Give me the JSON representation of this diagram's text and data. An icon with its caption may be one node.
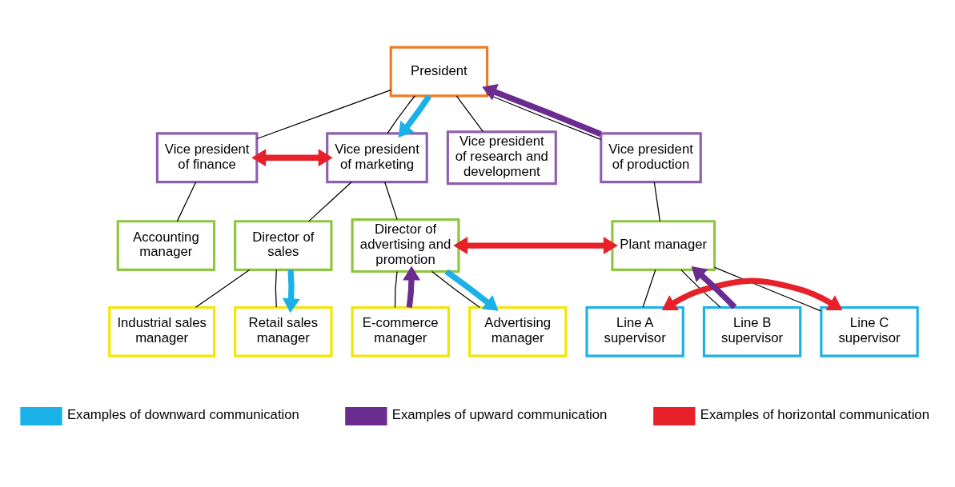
{
  "diagram": {
    "nodes": [
      {
        "text": [
          "President"
        ]
      },
      {
        "text": [
          "Vice president of finance"
        ]
      },
      {
        "text": [
          "Vice president of marketing"
        ]
      },
      {
        "text": [
          "Vice president of research and development"
        ]
      },
      {
        "text": [
          "Vice president of production"
        ]
      },
      {
        "text": [
          "Accounting manager"
        ]
      },
      {
        "text": [
          "Director of sales"
        ]
      },
      {
        "text": [
          "Director of advertising and promotion"
        ]
      },
      {
        "text": [
          "Plant manager"
        ]
      },
      {
        "text": [
          "Industrial sales manager"
        ]
      },
      {
        "text": [
          "Retail sales manager"
        ]
      },
      {
        "text": [
          "E-commerce manager"
        ]
      },
      {
        "text": [
          "Advertising manager"
        ]
      },
      {
        "text": [
          "Line A supervisor"
        ]
      },
      {
        "text": [
          "Line B supervisor"
        ]
      },
      {
        "text": [
          "Line C supervisor"
        ]
      }
    ],
    "edges": [
      {
        "from": 0,
        "to": 1,
        "arrow": "none"
      },
      {
        "from": 0,
        "to": 2,
        "arrow": "none"
      },
      {
        "from": 0,
        "to": 3,
        "arrow": "none"
      },
      {
        "from": 0,
        "to": 4,
        "arrow": "none"
      },
      {
        "from": 1,
        "to": 5,
        "arrow": "none"
      },
      {
        "from": 2,
        "to": 6,
        "arrow": "none"
      },
      {
        "from": 2,
        "to": 7,
        "arrow": "none"
      },
      {
        "from": 4,
        "to": 8,
        "arrow": "none"
      },
      {
        "from": 6,
        "to": 9,
        "arrow": "none"
      },
      {
        "from": 6,
        "to": 10,
        "arrow": "none"
      },
      {
        "from": 7,
        "to": 11,
        "arrow": "none"
      },
      {
        "from": 7,
        "to": 12,
        "arrow": "none"
      },
      {
        "from": 8,
        "to": 13,
        "arrow": "none"
      },
      {
        "from": 8,
        "to": 14,
        "arrow": "none"
      },
      {
        "from": 8,
        "to": 15,
        "arrow": "none"
      },
      {
        "from": 0,
        "to": 2,
        "arrow": "to",
        "style": "thick",
        "color": "#1ab0e8"
      },
      {
        "from": 6,
        "to": 10,
        "arrow": "to",
        "style": "thick",
        "color": "#1ab0e8"
      },
      {
        "from": 7,
        "to": 12,
        "arrow": "to",
        "style": "thick",
        "color": "#1ab0e8"
      },
      {
        "from": 4,
        "to": 0,
        "arrow": "to",
        "style": "thick",
        "color": "#6a2c8f"
      },
      {
        "from": 11,
        "to": 7,
        "arrow": "to",
        "style": "thick",
        "color": "#6a2c8f"
      },
      {
        "from": 14,
        "to": 8,
        "arrow": "to",
        "style": "thick",
        "color": "#6a2c8f"
      },
      {
        "from": 1,
        "to": 2,
        "arrow": "both",
        "style": "thick",
        "color": "#e8202a"
      },
      {
        "from": 7,
        "to": 8,
        "arrow": "both",
        "style": "thick",
        "color": "#e8202a"
      },
      {
        "from": 13,
        "to": 15,
        "arrow": "both",
        "style": "thick",
        "color": "#e8202a"
      }
    ],
    "legend": [
      {
        "text": "Examples of downward communication",
        "color": "#1ab0e8"
      },
      {
        "text": "Examples of upward communication",
        "color": "#6a2c8f"
      },
      {
        "text": "Examples of horizontal communication",
        "color": "#e8202a"
      }
    ]
  }
}
